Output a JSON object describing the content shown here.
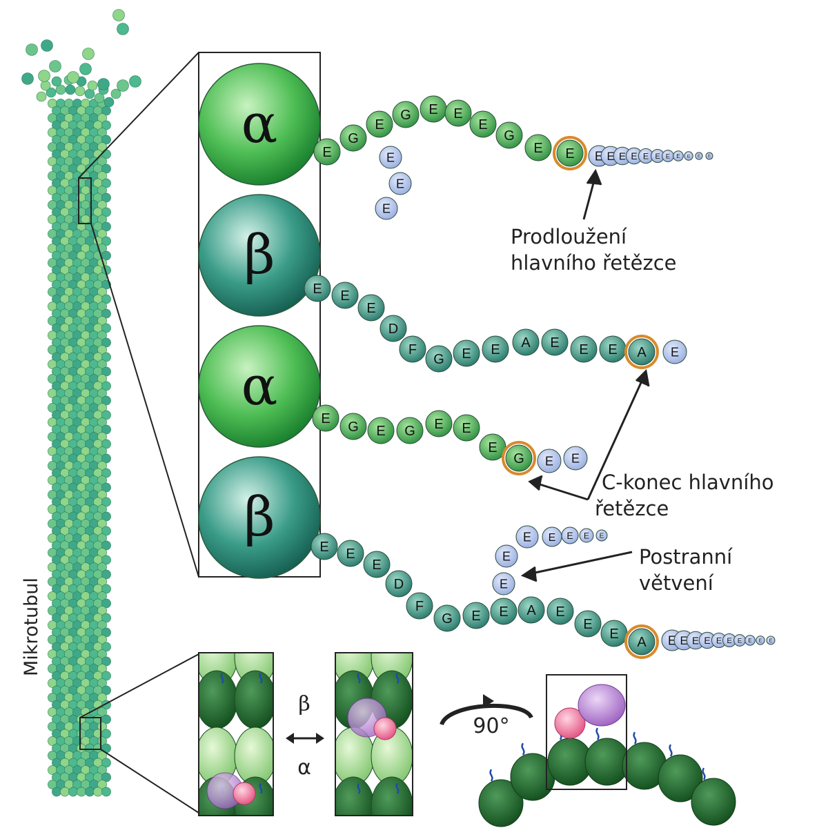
{
  "colors": {
    "alpha_light": "#8fdc8a",
    "alpha_dark": "#1d8a32",
    "beta_light": "#bfe9dd",
    "beta_dark": "#1e7264",
    "chain_alpha": "#3ea652",
    "chain_beta": "#2f8f7c",
    "glutamate_branch": "#a9bde8",
    "terminal_ring": "#d98a2b",
    "dimer_dark": "#1f6b2c",
    "kinesin_pink": "#ee6a95",
    "dynein_purple": "#a774c7",
    "tail_blue": "#1f4ba8"
  },
  "microtubule": {
    "label": "Mikrotubul"
  },
  "subunits": [
    "α",
    "β",
    "α",
    "β"
  ],
  "chains": {
    "alpha1_main": [
      "E",
      "G",
      "E",
      "G",
      "E",
      "E",
      "E",
      "G",
      "E",
      "E"
    ],
    "alpha1_branch": [
      "E",
      "E",
      "E"
    ],
    "alpha1_extension": [
      "E",
      "E",
      "E",
      "E",
      "E",
      "E",
      "E",
      "E",
      "E",
      "E",
      "E"
    ],
    "beta1_main": [
      "E",
      "E",
      "E",
      "D",
      "F",
      "G",
      "E",
      "E",
      "A",
      "E",
      "E",
      "E",
      "A"
    ],
    "beta1_extension": [
      "E"
    ],
    "alpha2_main": [
      "E",
      "G",
      "E",
      "G",
      "E",
      "E",
      "E",
      "G"
    ],
    "alpha2_extension": [
      "E",
      "E"
    ],
    "beta2_main": [
      "E",
      "E",
      "E",
      "D",
      "F",
      "G",
      "E",
      "E",
      "A",
      "E",
      "E",
      "E",
      "A"
    ],
    "beta2_branch": [
      "E",
      "E",
      "E",
      "E",
      "E",
      "E",
      "E"
    ],
    "beta2_extension": [
      "E",
      "E",
      "E",
      "E",
      "E",
      "E",
      "E",
      "E",
      "E",
      "E"
    ]
  },
  "annotations": {
    "extension_line1": "Prodloužení",
    "extension_line2": "hlavního řetězce",
    "cterm_line1": "C-konec hlavního",
    "cterm_line2": "řetězce",
    "branch_line1": "Postranní",
    "branch_line2": "větvení"
  },
  "bottom": {
    "beta_label": "β",
    "alpha_label": "α",
    "rotation_label": "90°"
  }
}
